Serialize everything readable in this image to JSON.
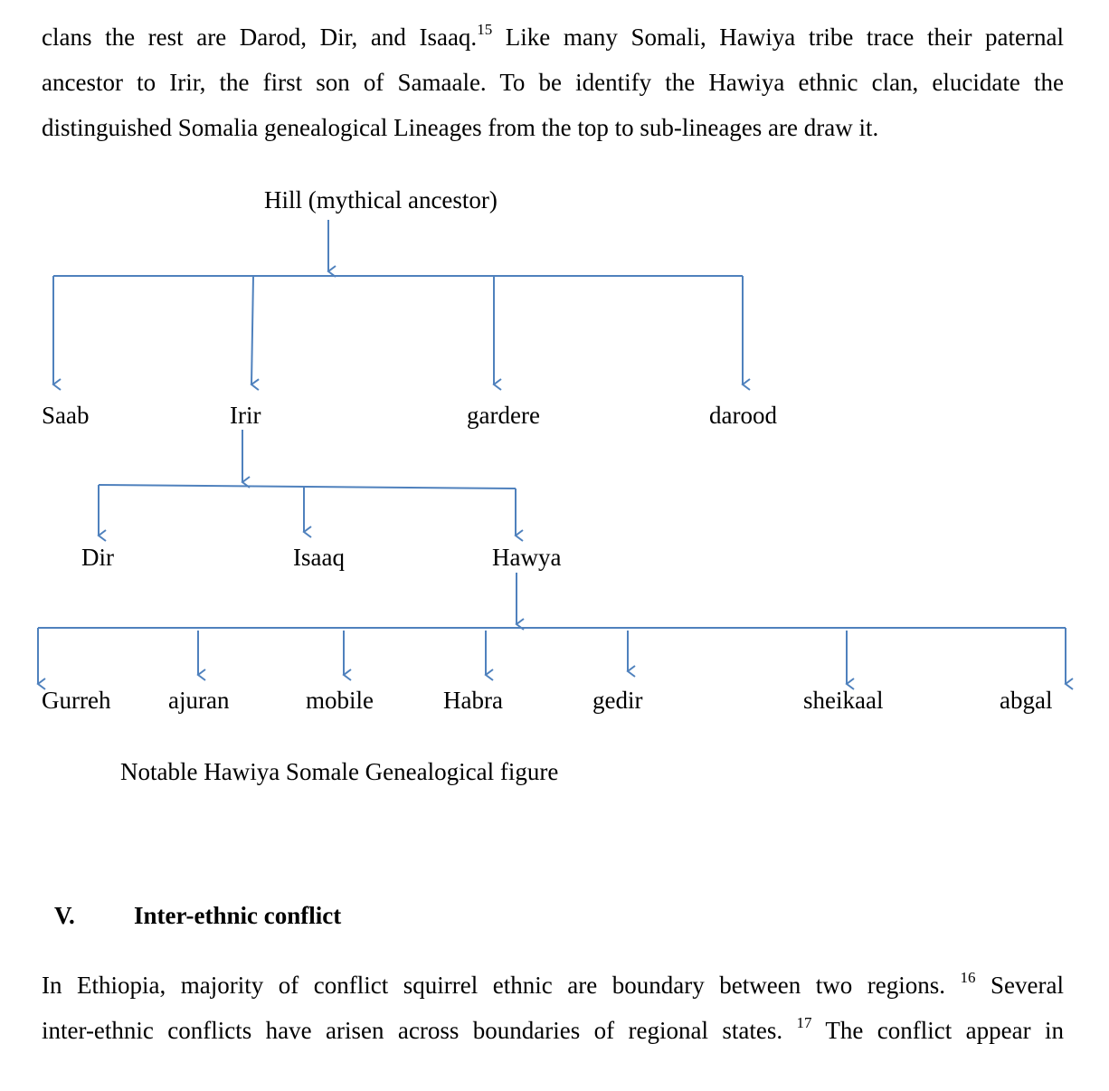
{
  "intro": {
    "line1_pre": "clans the rest are Darod, Dir, and Isaaq.",
    "line1_note": "15",
    "line1_post": " Like many Somali, Hawiya tribe trace their paternal",
    "line2": "ancestor to Irir, the first son of Samaale. To be identify the Hawiya ethnic clan, elucidate the",
    "line3": "distinguished Somalia genealogical Lineages from the top to sub-lineages are draw it."
  },
  "tree": {
    "root": "Hill (mythical ancestor)",
    "level1": [
      "Saab",
      "Irir",
      "gardere",
      "darood"
    ],
    "level2": [
      "Dir",
      "Isaaq",
      "Hawya"
    ],
    "level3": [
      "Gurreh",
      "ajuran",
      "mobile",
      "Habra",
      "gedir",
      "sheikaal",
      "abgal"
    ],
    "line_color": "#4f81bd"
  },
  "caption": "Notable Hawiya Somale Genealogical figure",
  "section": {
    "number": "V.",
    "title": "Inter-ethnic conflict"
  },
  "body": {
    "line1_pre": "In Ethiopia, majority of conflict squirrel ethnic are boundary between two regions.",
    "line1_note": "16",
    "line1_post": " Several",
    "line2_pre": "inter-ethnic conflicts have arisen across boundaries of regional states.",
    "line2_note": "17",
    "line2_post": " The conflict appear in"
  }
}
